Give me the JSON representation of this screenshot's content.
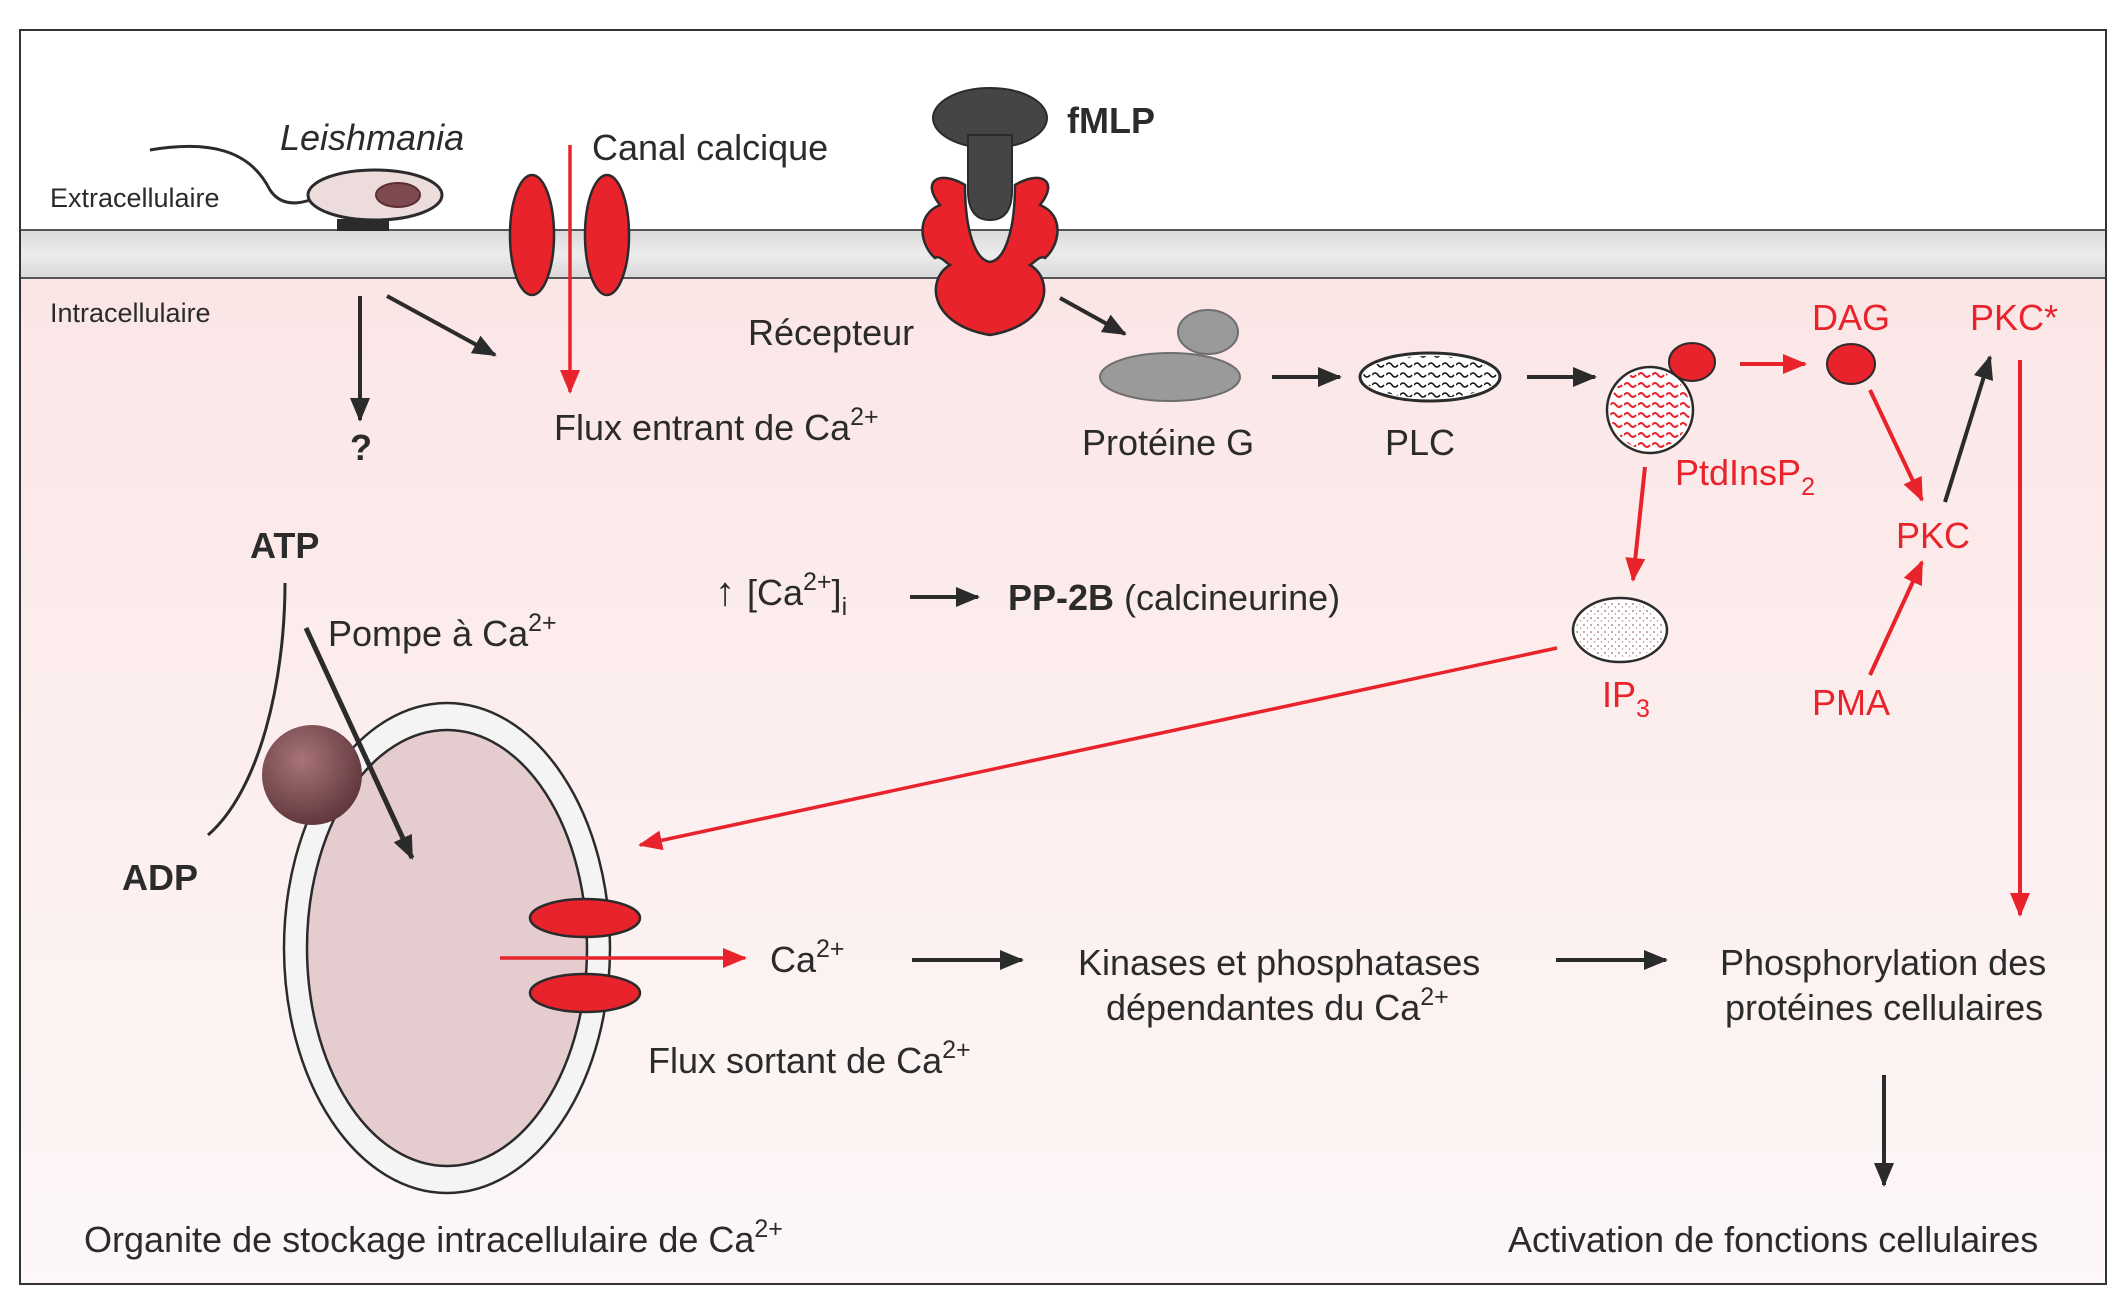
{
  "labels": {
    "extracellular": "Extracellulaire",
    "intracellular": "Intracellulaire",
    "leishmania": "Leishmania",
    "calcium_channel": "Canal calcique",
    "fmlp": "fMLP",
    "receptor": "Récepteur",
    "unknown": "?",
    "influx_main": "Flux entrant de Ca",
    "influx_sup": "2+",
    "g_protein": "Protéine G",
    "plc": "PLC",
    "dag": "DAG",
    "pkc_active": "PKC*",
    "ptdins_main": "PtdInsP",
    "ptdins_sub": "2",
    "pkc": "PKC",
    "pma": "PMA",
    "ip3_main": "IP",
    "ip3_sub": "3",
    "atp": "ATP",
    "adp": "ADP",
    "pump_main": "Pompe à Ca",
    "pump_sup": "2+",
    "ca_rise_arrow": "↑",
    "ca_rise_main": "[Ca",
    "ca_rise_sup": "2+",
    "ca_rise_close": "]",
    "ca_rise_sub": "i",
    "pp2b": "PP-2B",
    "calcineurin": " (calcineurine)",
    "ca_main": "Ca",
    "ca_sup": "2+",
    "kinases_line1": "Kinases et phosphatases",
    "kinases_line2_main": "dépendantes du Ca",
    "kinases_line2_sup": "2+",
    "efflux_main": "Flux sortant de Ca",
    "efflux_sup": "2+",
    "phospho_line1": "Phosphorylation des",
    "phospho_line2": "protéines cellulaires",
    "organelle_main": "Organite de stockage intracellulaire de Ca",
    "organelle_sup": "2+",
    "activation": "Activation de fonctions cellulaires"
  },
  "colors": {
    "red": "#e8232b",
    "dark": "#2b2b2b",
    "membrane": "#e3e3e3",
    "cytoplasm": "#fdf2f2",
    "organelle_fill": "#e5cdcf",
    "pump": "#7a4a4e",
    "receptor_ligand": "#454545",
    "g_protein": "#9a9a9a"
  }
}
